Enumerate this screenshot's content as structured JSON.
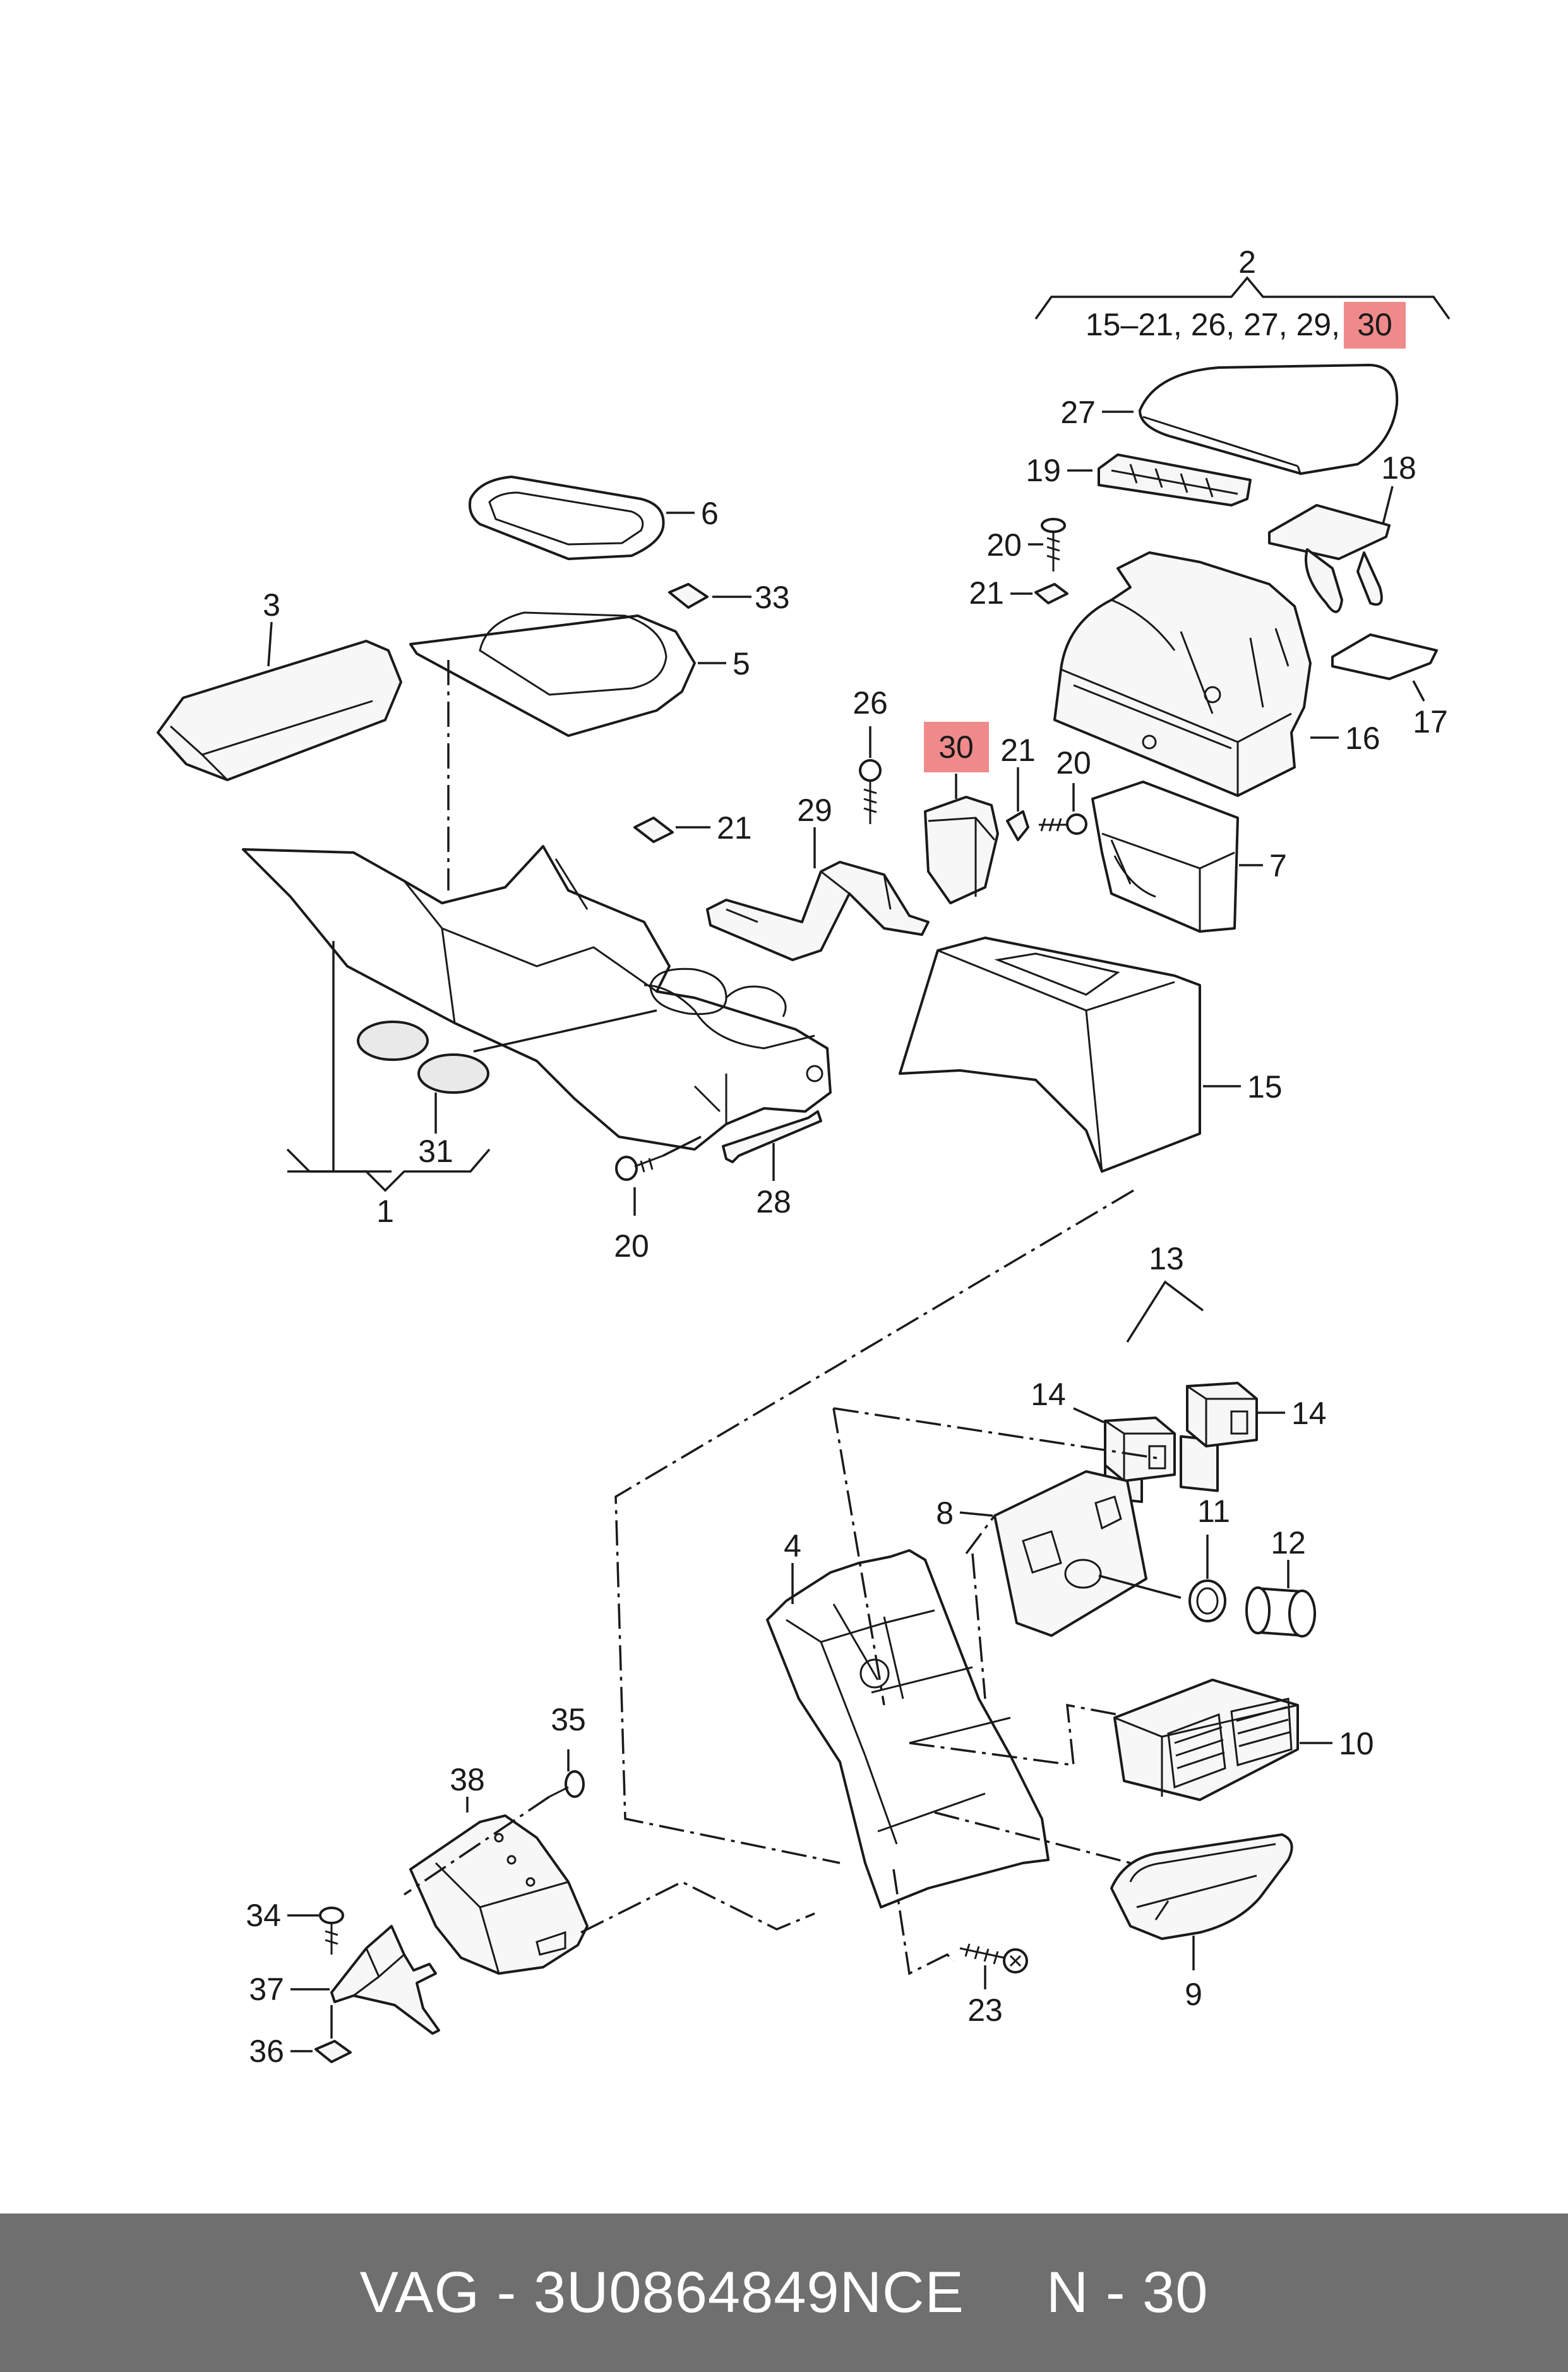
{
  "assembly": {
    "label": "2",
    "includes_prefix": "15–21, 26, 27, 29,",
    "includes_highlight": "30"
  },
  "callouts": {
    "c1": "1",
    "c3": "3",
    "c4": "4",
    "c5": "5",
    "c6": "6",
    "c7": "7",
    "c8": "8",
    "c9": "9",
    "c10": "10",
    "c11": "11",
    "c12": "12",
    "c13": "13",
    "c14a": "14",
    "c14b": "14",
    "c15": "15",
    "c16": "16",
    "c17": "17",
    "c18": "18",
    "c19": "19",
    "c20a": "20",
    "c20b": "20",
    "c20c": "20",
    "c21a": "21",
    "c21b": "21",
    "c21c": "21",
    "c23": "23",
    "c26": "26",
    "c27": "27",
    "c28": "28",
    "c29": "29",
    "c30": "30",
    "c31": "31",
    "c33": "33",
    "c34": "34",
    "c35": "35",
    "c36": "36",
    "c37": "37",
    "c38": "38"
  },
  "highlight_color": "#f08a8a",
  "footer": {
    "brand_part": "VAG - 3U0864849NCE",
    "page": "N - 30"
  }
}
